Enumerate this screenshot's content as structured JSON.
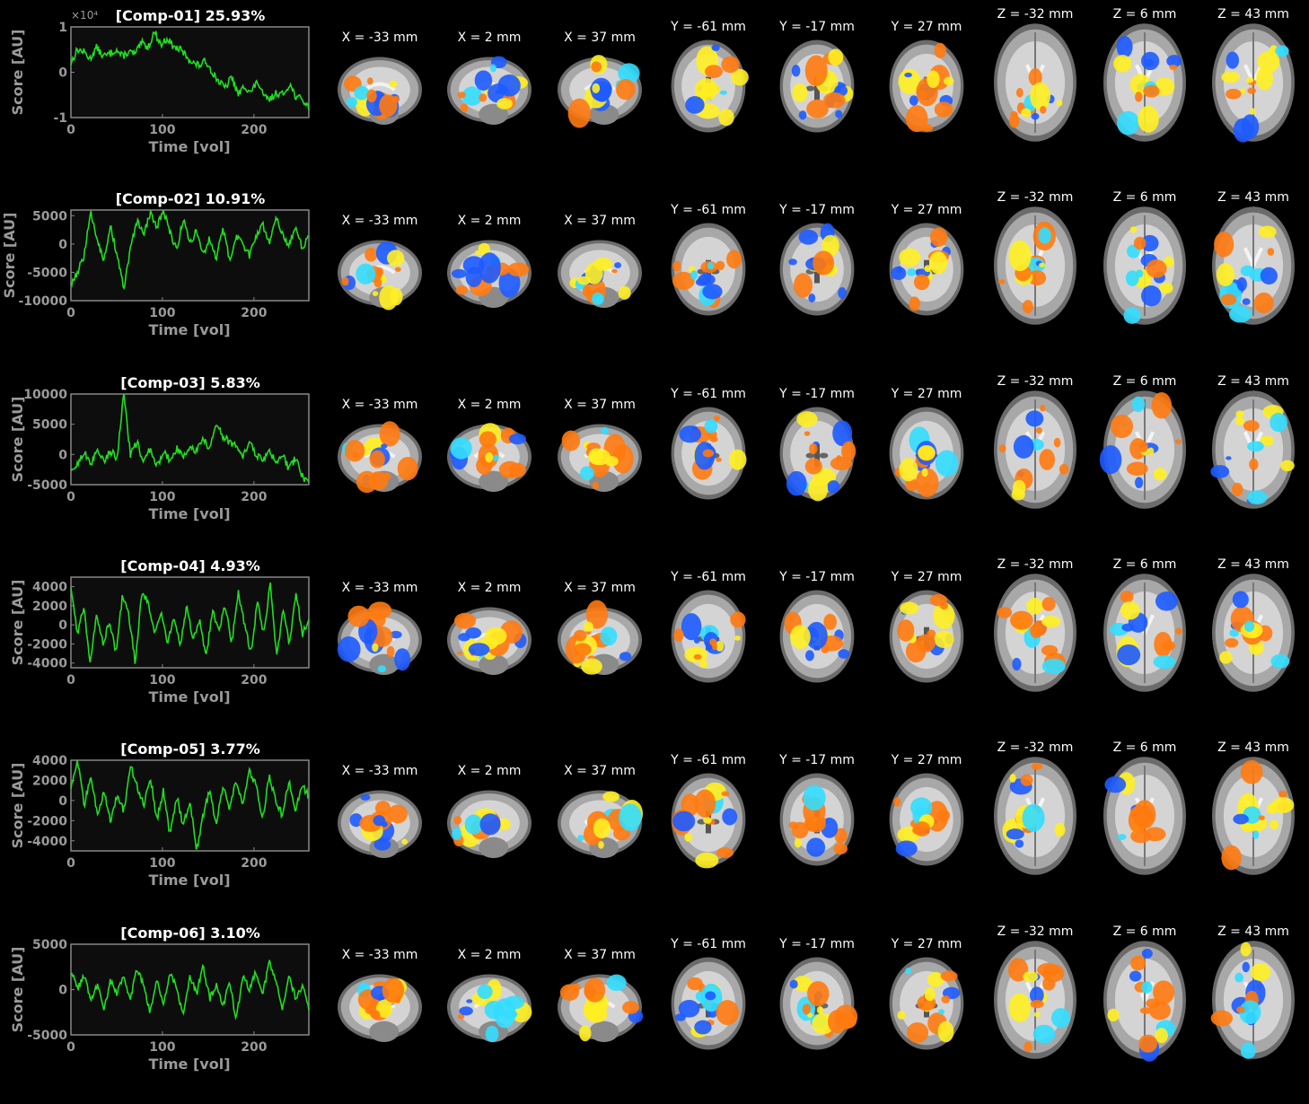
{
  "colors": {
    "background": "#000000",
    "trace": "#22dd22",
    "axes": "#888888",
    "plot_bg": "#0d0d0d",
    "text_axis": "#9a9a9a",
    "positive_hot": "#ff7a10",
    "positive_max": "#ffee22",
    "negative_cold": "#1e5bff",
    "negative_max": "#33ddff",
    "brain_light": "#d4d4d4",
    "brain_dark": "#6b6b6b"
  },
  "slice_labels": {
    "sagittal": [
      "X = -33 mm",
      "X = 2 mm",
      "X = 37 mm"
    ],
    "coronal": [
      "Y = -61 mm",
      "Y = -17 mm",
      "Y = 27 mm"
    ],
    "axial": [
      "Z = -32 mm",
      "Z = 6 mm",
      "Z = 43 mm"
    ]
  },
  "chart_data": [
    {
      "type": "line",
      "title": "[Comp-01] 25.93%",
      "xlabel": "Time [vol]",
      "ylabel": "Score [AU]",
      "y_exponent": "×10⁴",
      "xlim": [
        0,
        260
      ],
      "ylim": [
        -1,
        1
      ],
      "xticks": [
        "0",
        "100",
        "200"
      ],
      "xtick_values": [
        0,
        100,
        200
      ],
      "yticks": [
        "1",
        "0",
        "-1"
      ],
      "ytick_values": [
        1,
        0,
        -1
      ],
      "series": [
        {
          "values": [
            0.2,
            0.5,
            0.45,
            0.3,
            0.55,
            0.35,
            0.4,
            0.5,
            0.35,
            0.45,
            0.4,
            0.65,
            0.55,
            0.9,
            0.6,
            0.75,
            0.55,
            0.5,
            0.35,
            0.2,
            0.15,
            0.25,
            0.0,
            -0.2,
            -0.35,
            -0.1,
            -0.5,
            -0.3,
            -0.45,
            -0.2,
            -0.55,
            -0.6,
            -0.45,
            -0.5,
            -0.25,
            -0.55,
            -0.6,
            -0.8
          ]
        }
      ]
    },
    {
      "type": "line",
      "title": "[Comp-02] 10.91%",
      "xlabel": "Time [vol]",
      "ylabel": "Score [AU]",
      "xlim": [
        0,
        260
      ],
      "ylim": [
        -10000,
        6000
      ],
      "xticks": [
        "0",
        "100",
        "200"
      ],
      "xtick_values": [
        0,
        100,
        200
      ],
      "yticks": [
        "5000",
        "0",
        "-5000",
        "-10000"
      ],
      "ytick_values": [
        5000,
        0,
        -5000,
        -10000
      ],
      "series": [
        {
          "values": [
            -7000,
            -5000,
            -2000,
            5500,
            1000,
            -3000,
            3000,
            -2000,
            -8000,
            -1000,
            4000,
            1500,
            5500,
            3000,
            6000,
            2000,
            -1000,
            4500,
            0,
            2500,
            -2000,
            1000,
            -2500,
            3000,
            -3000,
            1500,
            0,
            -2000,
            1500,
            3500,
            0,
            5000,
            2000,
            -500,
            3500,
            -1000,
            2000
          ]
        }
      ]
    },
    {
      "type": "line",
      "title": "[Comp-03] 5.83%",
      "xlabel": "Time [vol]",
      "ylabel": "Score [AU]",
      "xlim": [
        0,
        260
      ],
      "ylim": [
        -5000,
        10000
      ],
      "xticks": [
        "0",
        "100",
        "200"
      ],
      "xtick_values": [
        0,
        100,
        200
      ],
      "yticks": [
        "10000",
        "5000",
        "0",
        "-5000"
      ],
      "ytick_values": [
        10000,
        5000,
        0,
        -5000
      ],
      "series": [
        {
          "values": [
            -3000,
            -1500,
            500,
            -2000,
            1000,
            -1000,
            500,
            -500,
            10000,
            0,
            2000,
            -1500,
            1000,
            -2000,
            500,
            -1000,
            1000,
            -500,
            1500,
            500,
            2500,
            1000,
            5000,
            3000,
            2000,
            1500,
            -500,
            2000,
            0,
            -1000,
            1000,
            -1500,
            0,
            -2500,
            -500,
            -3500,
            -5000
          ]
        }
      ]
    },
    {
      "type": "line",
      "title": "[Comp-04] 4.93%",
      "xlabel": "Time [vol]",
      "ylabel": "Score [AU]",
      "xlim": [
        0,
        260
      ],
      "ylim": [
        -4500,
        5000
      ],
      "xticks": [
        "0",
        "100",
        "200"
      ],
      "xtick_values": [
        0,
        100,
        200
      ],
      "yticks": [
        "4000",
        "2000",
        "0",
        "-2000",
        "-4000"
      ],
      "ytick_values": [
        4000,
        2000,
        0,
        -2000,
        -4000
      ],
      "series": [
        {
          "values": [
            4000,
            -1000,
            2000,
            -4000,
            1000,
            -2000,
            500,
            -3000,
            3000,
            1000,
            -4000,
            3500,
            2500,
            -1000,
            1500,
            -2000,
            1000,
            -2500,
            2000,
            -1500,
            500,
            -3500,
            1500,
            -500,
            2000,
            -2000,
            3500,
            0,
            -3000,
            2500,
            -1000,
            4500,
            -3500,
            1500,
            -2000,
            3500,
            -1000,
            500
          ]
        }
      ]
    },
    {
      "type": "line",
      "title": "[Comp-05] 3.77%",
      "xlabel": "Time [vol]",
      "ylabel": "Score [AU]",
      "xlim": [
        0,
        260
      ],
      "ylim": [
        -5000,
        4000
      ],
      "xticks": [
        "0",
        "100",
        "200"
      ],
      "xtick_values": [
        0,
        100,
        200
      ],
      "yticks": [
        "4000",
        "2000",
        "0",
        "-2000",
        "-4000"
      ],
      "ytick_values": [
        4000,
        2000,
        0,
        -2000,
        -4000
      ],
      "series": [
        {
          "values": [
            1000,
            4000,
            -500,
            2500,
            -1500,
            1000,
            -2000,
            500,
            -1000,
            3500,
            1500,
            -500,
            2500,
            -2000,
            1000,
            -3500,
            500,
            -2500,
            0,
            -5000,
            -1500,
            1000,
            -2500,
            1500,
            -1000,
            2000,
            -500,
            3000,
            1500,
            -2000,
            2500,
            0,
            -1500,
            2000,
            -1000,
            1500,
            500
          ]
        }
      ]
    },
    {
      "type": "line",
      "title": "[Comp-06] 3.10%",
      "xlabel": "Time [vol]",
      "ylabel": "Score [AU]",
      "xlim": [
        0,
        260
      ],
      "ylim": [
        -5000,
        5000
      ],
      "xticks": [
        "0",
        "100",
        "200"
      ],
      "xtick_values": [
        0,
        100,
        200
      ],
      "yticks": [
        "5000",
        "0",
        "-5000"
      ],
      "ytick_values": [
        5000,
        0,
        -5000
      ],
      "series": [
        {
          "values": [
            2000,
            0,
            1500,
            -1000,
            500,
            -2000,
            1000,
            -500,
            1500,
            -1000,
            2500,
            500,
            -2500,
            1000,
            -1500,
            2000,
            0,
            -3000,
            1500,
            -500,
            2500,
            -1000,
            500,
            -2000,
            1000,
            -3500,
            1500,
            0,
            2000,
            -500,
            3000,
            1000,
            -2000,
            1500,
            -1000,
            500,
            -2000
          ]
        }
      ]
    }
  ]
}
